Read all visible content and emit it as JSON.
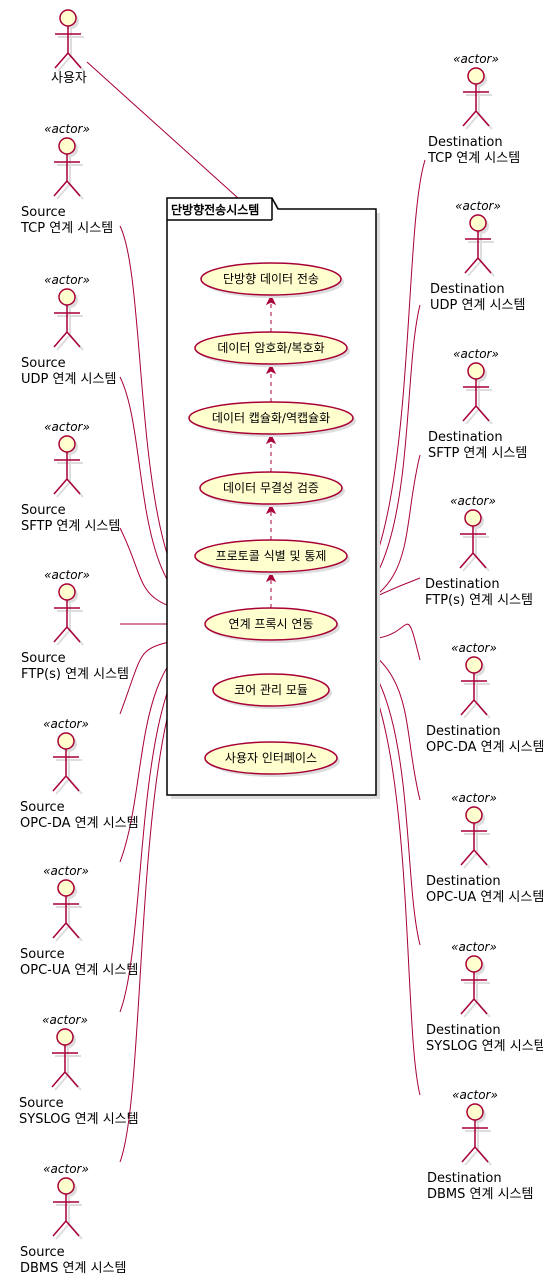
{
  "colors": {
    "fill": "#FEFECE",
    "stroke": "#A80036",
    "shadow": "#DDDDDD",
    "package_border": "#000000"
  },
  "package": {
    "name": "단방향전송시스템"
  },
  "stereotype": "«actor»",
  "user_actor": {
    "label": "사용자"
  },
  "usecases": [
    {
      "id": "uc-send",
      "label": "단방향 데이터 전송"
    },
    {
      "id": "uc-crypto",
      "label": "데이터 암호화/복호화"
    },
    {
      "id": "uc-encap",
      "label": "데이터 캡슐화/역캡슐화"
    },
    {
      "id": "uc-integrity",
      "label": "데이터 무결성 검증"
    },
    {
      "id": "uc-protocol",
      "label": "프로토콜 식별 및 통제"
    },
    {
      "id": "uc-proxy",
      "label": "연계 프록시 연동"
    },
    {
      "id": "uc-core",
      "label": "코어 관리 모듈"
    },
    {
      "id": "uc-ui",
      "label": "사용자 인터페이스"
    }
  ],
  "sources": [
    {
      "line1": "Source",
      "line2": "TCP 연계 시스템"
    },
    {
      "line1": "Source",
      "line2": "UDP 연계 시스템"
    },
    {
      "line1": "Source",
      "line2": "SFTP 연계 시스템"
    },
    {
      "line1": "Source",
      "line2": "FTP(s) 연계 시스템"
    },
    {
      "line1": "Source",
      "line2": "OPC-DA 연계 시스템"
    },
    {
      "line1": "Source",
      "line2": "OPC-UA 연계 시스템"
    },
    {
      "line1": "Source",
      "line2": "SYSLOG 연계 시스템"
    },
    {
      "line1": "Source",
      "line2": "DBMS 연계 시스템"
    }
  ],
  "destinations": [
    {
      "line1": "Destination",
      "line2": "TCP 연계 시스템"
    },
    {
      "line1": "Destination",
      "line2": "UDP 연계 시스템"
    },
    {
      "line1": "Destination",
      "line2": "SFTP 연계 시스템"
    },
    {
      "line1": "Destination",
      "line2": "FTP(s) 연계 시스템"
    },
    {
      "line1": "Destination",
      "line2": "OPC-DA 연계 시스템"
    },
    {
      "line1": "Destination",
      "line2": "OPC-UA 연계 시스템"
    },
    {
      "line1": "Destination",
      "line2": "SYSLOG 연계 시스템"
    },
    {
      "line1": "Destination",
      "line2": "DBMS 연계 시스템"
    }
  ]
}
